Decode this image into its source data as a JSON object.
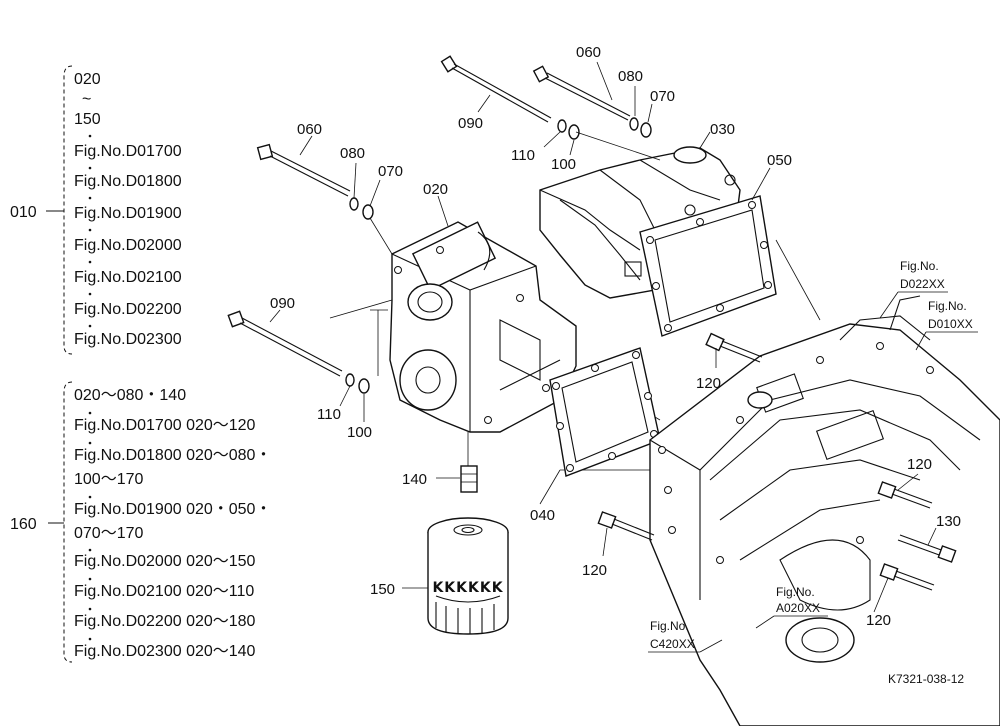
{
  "legend_010": {
    "group": "010",
    "lines": [
      "020",
      "~",
      "150",
      "Fig.No.D01700",
      "Fig.No.D01800",
      "Fig.No.D01900",
      "Fig.No.D02000",
      "Fig.No.D02100",
      "Fig.No.D02200",
      "Fig.No.D02300"
    ]
  },
  "legend_160": {
    "group": "160",
    "lines": [
      "020～080・140",
      "Fig.No.D01700  020～120",
      "Fig.No.D01800  020～080・",
      "100～170",
      "Fig.No.D01900  020・050・",
      "070～170",
      "Fig.No.D02000  020～150",
      "Fig.No.D02100  020～110",
      "Fig.No.D02200  020～180",
      "Fig.No.D02300  020～140"
    ]
  },
  "callouts": {
    "c060a": "060",
    "c080a": "080",
    "c070a": "070",
    "c090a": "090",
    "c110a": "110",
    "c100a": "100",
    "c030": "030",
    "c050": "050",
    "c060b": "060",
    "c080b": "080",
    "c070b": "070",
    "c020": "020",
    "c090b": "090",
    "c110b": "110",
    "c100b": "100",
    "c040": "040",
    "c140": "140",
    "c150": "150",
    "c120a": "120",
    "c120b": "120",
    "c120c": "120",
    "c120d": "120",
    "c130": "130"
  },
  "fig_refs": {
    "d022_a": "Fig.No.",
    "d022_b": "D022XX",
    "d010_a": "Fig.No.",
    "d010_b": "D010XX",
    "a020_a": "Fig.No.",
    "a020_b": "A020XX",
    "c420_a": "Fig.No.",
    "c420_b": "C420XX"
  },
  "filter_brand": "KKKKKK",
  "drawing_code": "K7321-038-12"
}
